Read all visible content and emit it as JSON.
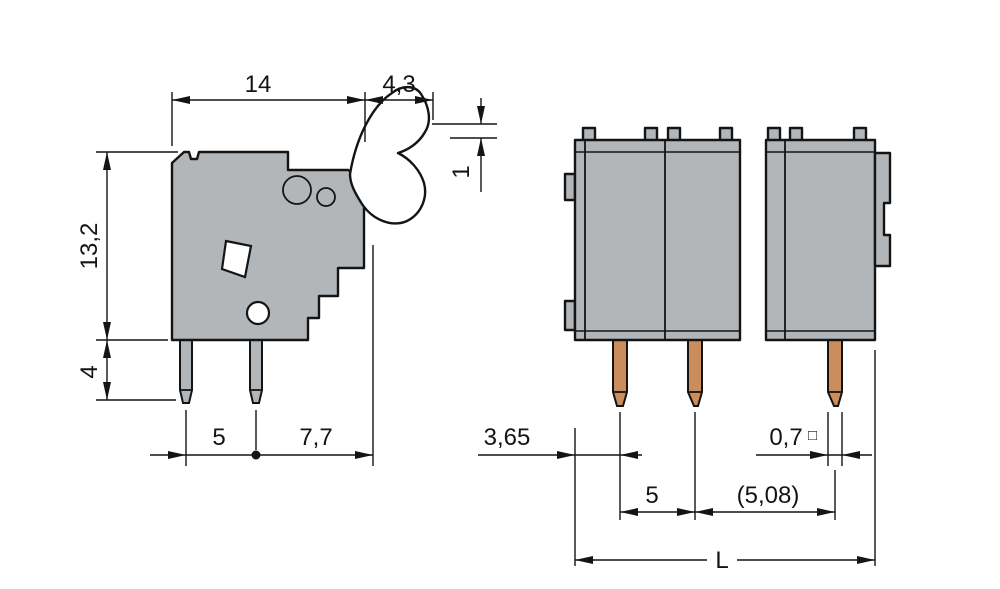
{
  "drawing": {
    "background": "#ffffff",
    "colors": {
      "body_gray": "#b2b6b9",
      "outline": "#141414",
      "pin_copper": "#ca8d5b",
      "hole_white": "#ffffff"
    },
    "side_view": {
      "dims": {
        "width": "14",
        "lever_offset": "4,3",
        "lever_thickness": "1",
        "height": "13,2",
        "pin_length": "4",
        "pin_spacing": "5",
        "pin_to_edge": "7,7"
      }
    },
    "front_view": {
      "dims": {
        "edge_to_pin": "3,65",
        "pin_square": "0,7",
        "pin_square_symbol": "□",
        "pitch": "5",
        "pitch_alt": "(5,08)",
        "total_length": "L"
      }
    }
  }
}
